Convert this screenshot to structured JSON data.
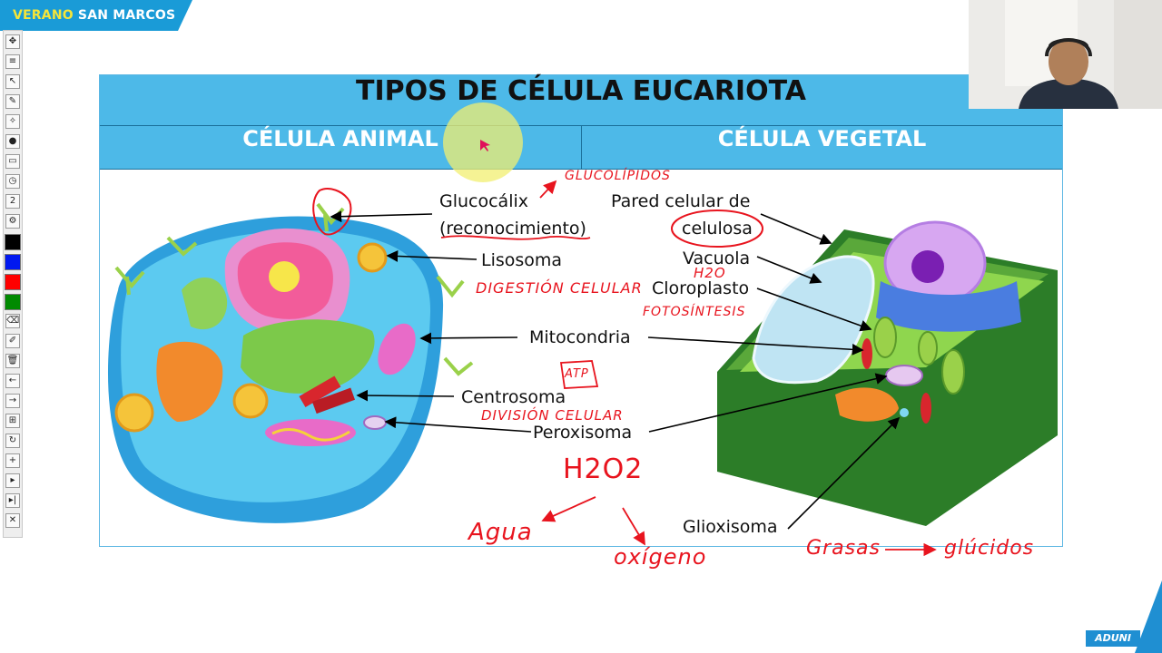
{
  "brand": {
    "part1": "VERANO",
    "part2": "SAN MARCOS",
    "bg": "#1a9bd7"
  },
  "toolbar": {
    "tools": [
      {
        "name": "move-icon",
        "glyph": "✥"
      },
      {
        "name": "menu-icon",
        "glyph": "≡"
      },
      {
        "name": "select-arrow-icon",
        "glyph": "↖"
      },
      {
        "name": "pen-icon",
        "glyph": "✎"
      },
      {
        "name": "laser-icon",
        "glyph": "✧"
      },
      {
        "name": "cursor-icon",
        "glyph": "●"
      },
      {
        "name": "shape-icon",
        "glyph": "▭"
      },
      {
        "name": "timer-icon",
        "glyph": "◷"
      },
      {
        "name": "counter-icon",
        "glyph": "2"
      },
      {
        "name": "settings-icon",
        "glyph": "⚙"
      }
    ],
    "colors": [
      "#000000",
      "#0018f0",
      "#ff0000",
      "#008a00"
    ],
    "tools2": [
      {
        "name": "eraser-icon",
        "glyph": "⌫"
      },
      {
        "name": "marker-icon",
        "glyph": "✐"
      },
      {
        "name": "trash-icon",
        "glyph": "🗑"
      },
      {
        "name": "undo-arrow-icon",
        "glyph": "←"
      },
      {
        "name": "redo-arrow-icon",
        "glyph": "→"
      },
      {
        "name": "grid-icon",
        "glyph": "⊞"
      },
      {
        "name": "refresh-icon",
        "glyph": "↻"
      },
      {
        "name": "zoom-icon",
        "glyph": "+"
      },
      {
        "name": "play-icon",
        "glyph": "▸"
      },
      {
        "name": "next-icon",
        "glyph": "▸|"
      },
      {
        "name": "close-icon",
        "glyph": "✕"
      }
    ]
  },
  "slide": {
    "title": "TIPOS DE CÉLULA EUCARIOTA",
    "col_animal": "CÉLULA ANIMAL",
    "col_vegetal": "CÉLULA VEGETAL",
    "labels": {
      "glucocalix": "Glucocálix",
      "reconocimiento": "(reconocimiento)",
      "pared": "Pared celular de",
      "celulosa": "celulosa",
      "lisosoma": "Lisosoma",
      "vacuola": "Vacuola",
      "cloroplasto": "Cloroplasto",
      "mitocondria": "Mitocondria",
      "centrosoma": "Centrosoma",
      "peroxisoma": "Peroxisoma",
      "glioxisoma": "Glioxisoma"
    },
    "handwriting": {
      "glucolipidos": "GLUCOLÍPIDOS",
      "digestion": "DIGESTIÓN CELULAR",
      "h2o": "H2O",
      "fotosintesis": "FOTOSÍNTESIS",
      "atp": "ATP",
      "division": "DIVISIÓN CELULAR",
      "h2o2": "H2O2",
      "agua": "Agua",
      "oxigeno": "oxígeno",
      "grasas": "Grasas",
      "glucosa": "glúcidos"
    }
  },
  "logo": {
    "text": "ADUNI"
  },
  "colors": {
    "header_blue": "#4db9e8",
    "ink_red": "#e8141e",
    "highlight_yellow": "#f2ef70"
  }
}
